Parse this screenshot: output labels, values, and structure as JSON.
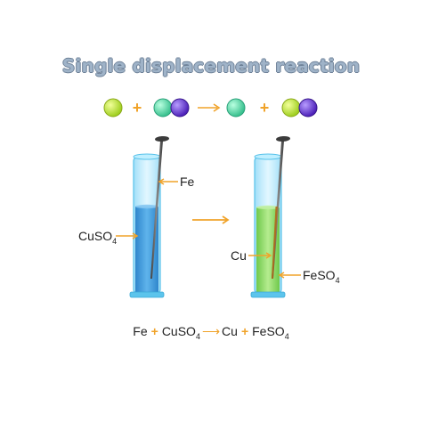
{
  "title": "Single displacement reaction",
  "colors": {
    "iron_atom": "#b9e22f",
    "copper_atom": "#4fd5a3",
    "sulfate_group": "#6a35d8",
    "operator": "#f0a32a",
    "blue_solution": "#3f9fdc",
    "green_solution": "#8fd86a",
    "nail": "#5b5b5b"
  },
  "labels": {
    "fe": "Fe",
    "cuso4_main": "CuSO",
    "cuso4_sub": "4",
    "cu": "Cu",
    "feso4_main": "FeSO",
    "feso4_sub": "4"
  },
  "equation": {
    "reactant1": "Fe",
    "plus1": "+",
    "reactant2_main": "CuSO",
    "reactant2_sub": "4",
    "arrow": "⟶",
    "product1": "Cu",
    "plus2": "+",
    "product2_main": "FeSO",
    "product2_sub": "4"
  },
  "molecule_row": {
    "plus1": "+",
    "plus2": "+"
  },
  "icons": [
    "iron-atom-icon",
    "copper-atom-icon",
    "sulfate-icon",
    "nail-icon",
    "test-tube-icon",
    "reaction-arrow-icon"
  ]
}
